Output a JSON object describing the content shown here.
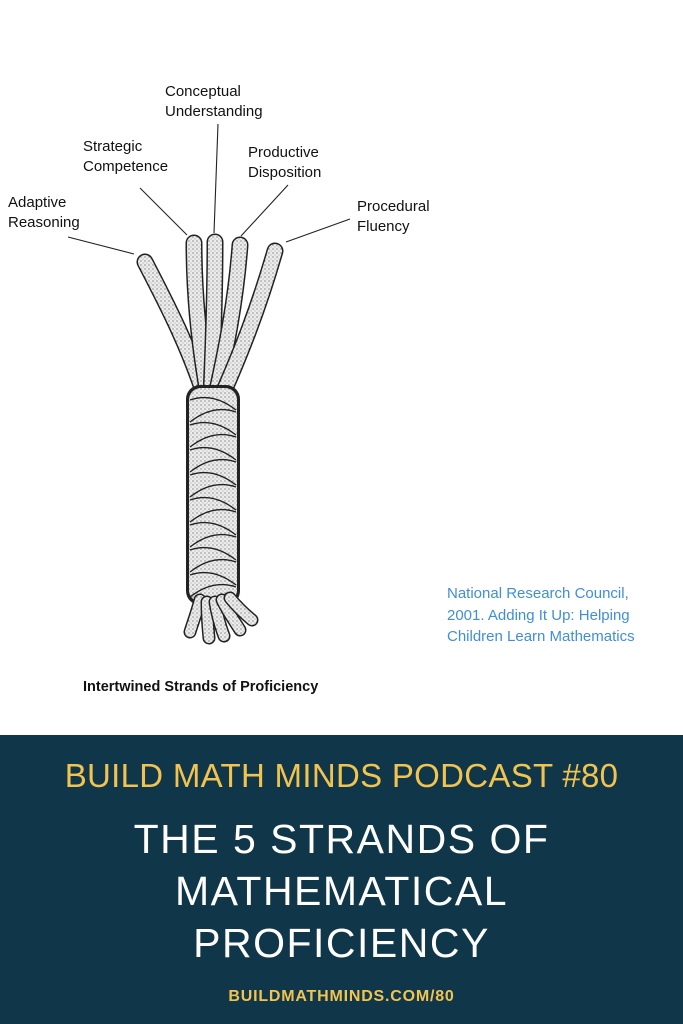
{
  "diagram": {
    "strands": [
      {
        "line1": "Adaptive",
        "line2": "Reasoning"
      },
      {
        "line1": "Strategic",
        "line2": "Competence"
      },
      {
        "line1": "Conceptual",
        "line2": "Understanding"
      },
      {
        "line1": "Productive",
        "line2": "Disposition"
      },
      {
        "line1": "Procedural",
        "line2": "Fluency"
      }
    ],
    "caption": "Intertwined Strands of Proficiency",
    "citation": {
      "line1": "National Research Council,",
      "line2": "2001. Adding It Up: Helping",
      "line3": "Children Learn Mathematics"
    },
    "colors": {
      "rope": "#d6d6d6",
      "rope_outline": "#222222",
      "citation": "#3f8fd6"
    }
  },
  "banner": {
    "podcast_title": "BUILD MATH MINDS PODCAST #80",
    "headline": {
      "line1": "THE 5 STRANDS OF",
      "line2": "MATHEMATICAL",
      "line3": "PROFICIENCY"
    },
    "url": "BUILDMATHMINDS.COM/80",
    "colors": {
      "background": "#0f3649",
      "accent": "#f2c44f",
      "text": "#ffffff"
    }
  }
}
